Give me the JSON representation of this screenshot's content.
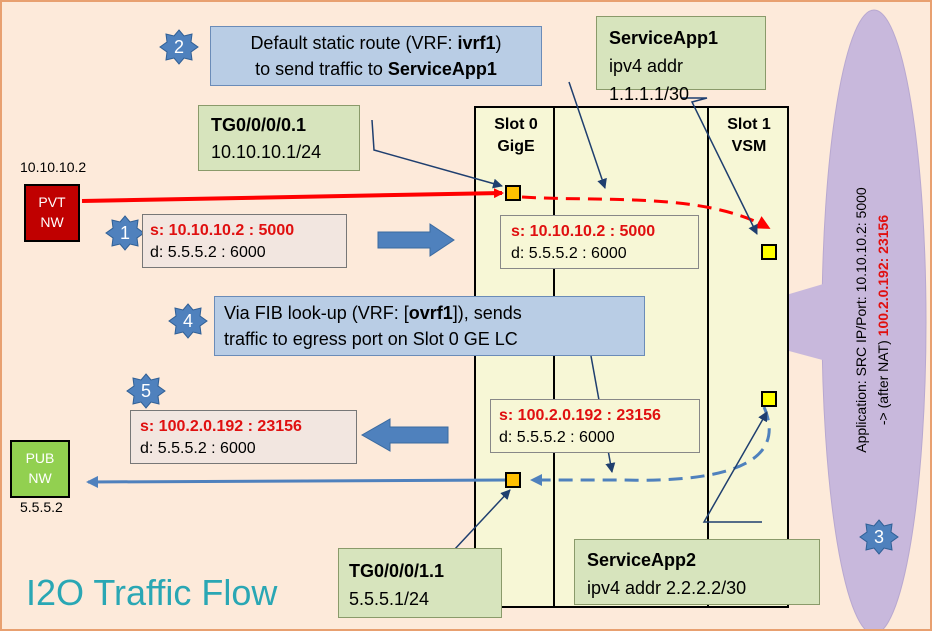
{
  "title": "I2O Traffic Flow",
  "colors": {
    "background": "#fdeada",
    "green_box": "#d7e4bd",
    "blue_box": "#b9cde5",
    "red_line": "#ff0000",
    "blue_line": "#4f81bd",
    "callout": "#c8b8dc"
  },
  "steps": [
    "1",
    "2",
    "3",
    "4",
    "5"
  ],
  "step2": {
    "line1_a": "Default static route (VRF: ",
    "line1_b": "ivrf1",
    "line1_c": ")",
    "line2_a": "to send traffic to ",
    "line2_b": "ServiceApp1"
  },
  "step4": {
    "line1_a": "Via FIB look-up (VRF: [",
    "line1_b": "ovrf1",
    "line1_c": "]), sends",
    "line2": "traffic to egress port on Slot 0 GE LC"
  },
  "serviceapp1": {
    "name": "ServiceApp1",
    "addr": "ipv4 addr 1.1.1.1/30"
  },
  "serviceapp2": {
    "name": "ServiceApp2",
    "addr": "ipv4 addr 2.2.2.2/30"
  },
  "tg_in": {
    "name": "TG0/0/0/0.1",
    "addr": "10.10.10.1/24"
  },
  "tg_out": {
    "name": "TG0/0/0/1.1",
    "addr": "5.5.5.1/24"
  },
  "pvt": {
    "label1": "PVT",
    "label2": "NW",
    "ip": "10.10.10.2"
  },
  "pub": {
    "label1": "PUB",
    "label2": "NW",
    "ip": "5.5.5.2"
  },
  "slot0": {
    "line1": "Slot  0",
    "line2": "GigE"
  },
  "slot1": {
    "line1": "Slot 1",
    "line2": "VSM"
  },
  "pkt_in": {
    "src": "s: 10.10.10.2 : 5000",
    "dst": "d: 5.5.5.2 : 6000"
  },
  "pkt_in_slot": {
    "src": "s: 10.10.10.2 : 5000",
    "dst": "d: 5.5.5.2 : 6000"
  },
  "pkt_out": {
    "src": "s: 100.2.0.192 : 23156",
    "dst": "d: 5.5.5.2 : 6000"
  },
  "pkt_out_slot": {
    "src": "s: 100.2.0.192 : 23156",
    "dst": "d: 5.5.5.2 : 6000"
  },
  "callout": {
    "line1": "Application: SRC IP/Port: 10.10.10.2: 5000",
    "line2_a": "-> (after NAT) ",
    "line2_b": "100.2.0.192: 23156"
  }
}
